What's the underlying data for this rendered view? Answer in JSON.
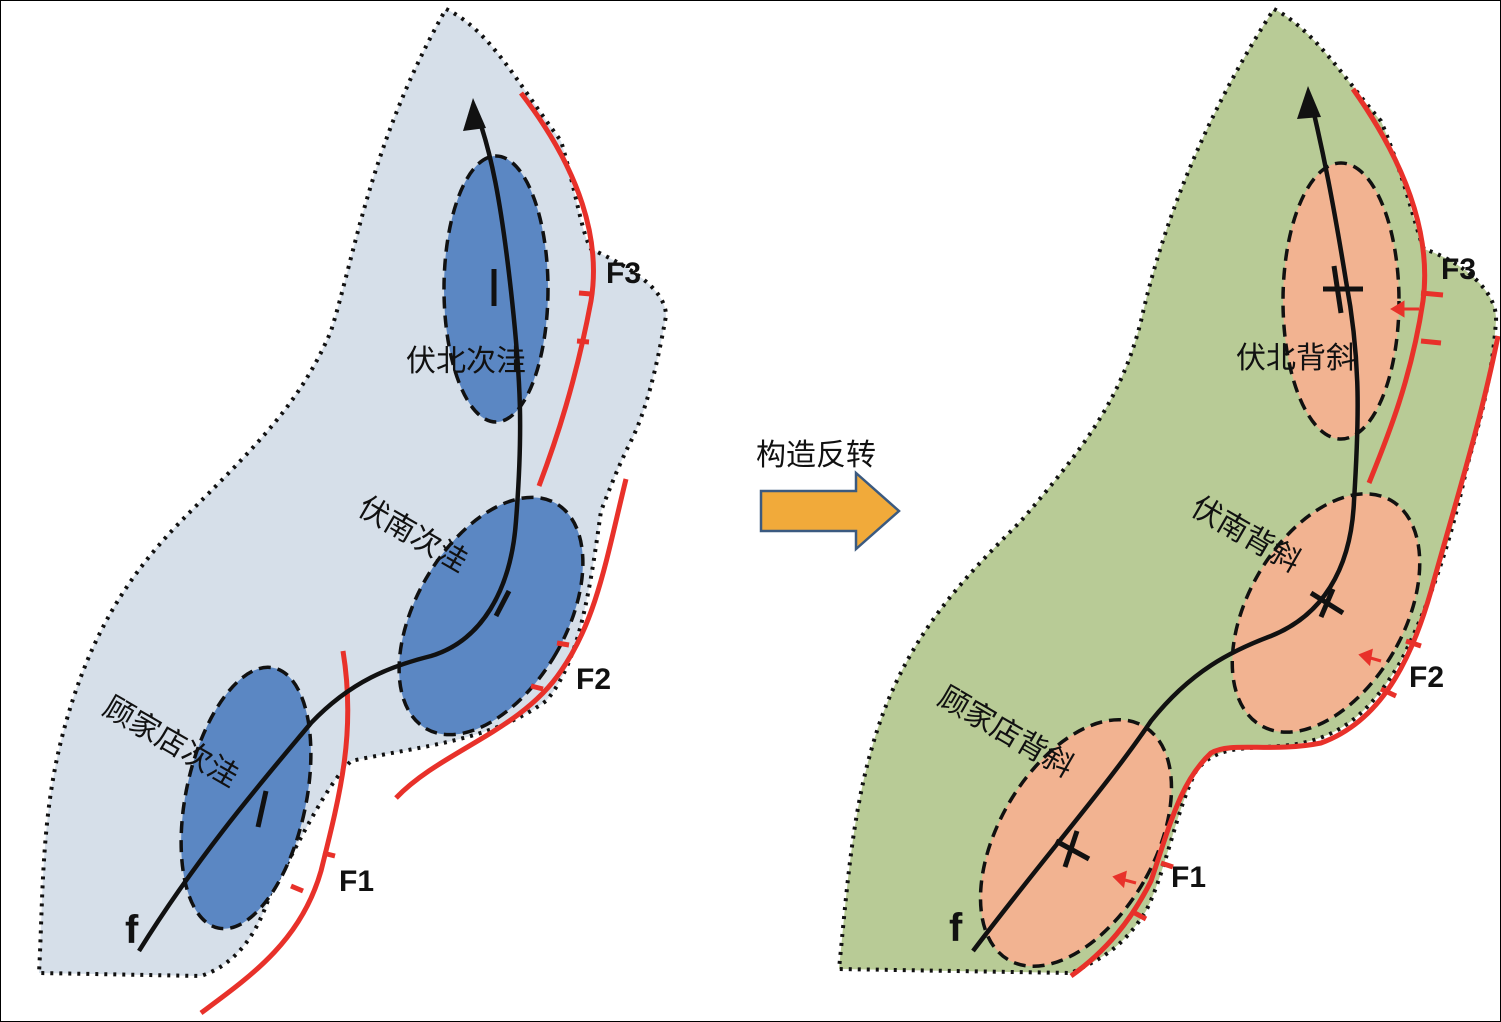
{
  "arrow_label": "构造反转",
  "colors": {
    "basin_before": "#d6dfe9",
    "depression": "#5b87c3",
    "basin_after": "#b8cb96",
    "anticline": "#f2b391",
    "fault": "#e8312a",
    "arrow": "#f1aa3a"
  },
  "left_panel": {
    "labels": [
      "伏北次洼",
      "伏南次洼",
      "顾家店次洼"
    ],
    "faults": [
      "F1",
      "F2",
      "F3"
    ],
    "axis_label": "f"
  },
  "right_panel": {
    "labels": [
      "伏北背斜",
      "伏南背斜",
      "顾家店背斜"
    ],
    "faults": [
      "F1",
      "F2",
      "F3"
    ],
    "axis_label": "f"
  }
}
